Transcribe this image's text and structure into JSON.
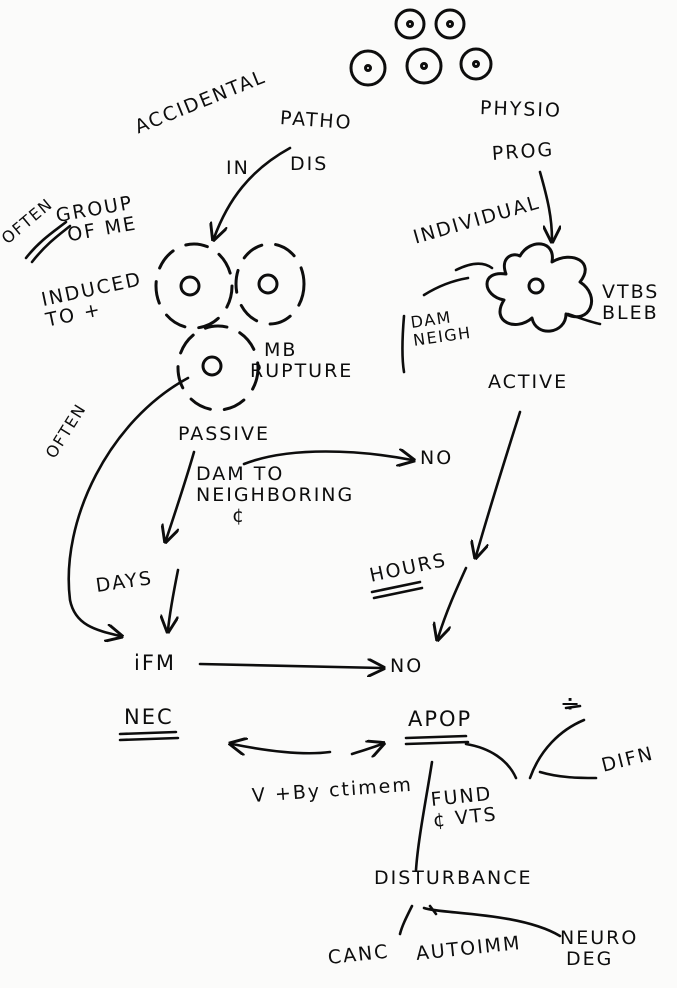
{
  "labels": {
    "accidental": "ACCIDENTAL",
    "patho": "PATHO",
    "in_dis": "IN",
    "in_dis_2": "DIS",
    "physio": "PHYSIO",
    "progen": "PROG",
    "often_left": "OFTEN",
    "group_line1": "GROUP",
    "group_line2": "OF ME",
    "group_line3": "INDUCED",
    "group_line4": "TO +",
    "individual": "INDIVIDUAL",
    "mb_rupture_1": "MB",
    "mb_rupture_2": "RUPTURE",
    "dam_neigh_1": "DAM",
    "dam_neigh_2": "NEIGH",
    "vtbs_bleb_1": "VTBS",
    "vtbs_bleb_2": "BLEB",
    "active": "ACTIVE",
    "passive": "PASSIVE",
    "often_mid": "OFTEN",
    "dam_to_1": "DAM TO",
    "dam_to_2": "NEIGHBORING",
    "dam_to_3": "¢",
    "no_top": "NO",
    "days": "DAYS",
    "hours": "HOURS",
    "ifm": "iFM",
    "no_mid": "NO",
    "nec": "NEC",
    "apop": "APOP",
    "divide": "÷",
    "difn": "DIFN",
    "vtby_ctimem": "V +By ctimem",
    "fund_1": "FUND",
    "fund_2": "¢ VTS",
    "disturbance": "DISTURBANCE",
    "canc": "CANC",
    "autoimm": "AUTOIMM",
    "neuro_1": "NEURO",
    "neuro_2": "DEG"
  }
}
